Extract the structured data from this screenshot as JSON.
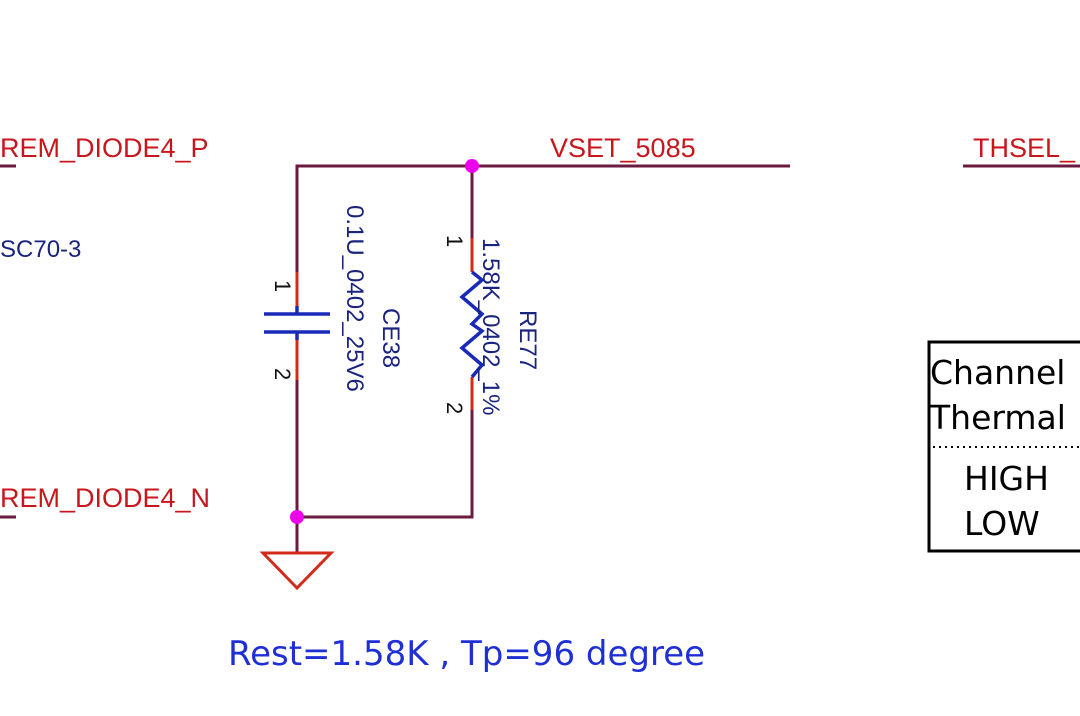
{
  "nets": {
    "rem_diode_p": "REM_DIODE4_P",
    "rem_diode_n": "REM_DIODE4_N",
    "vset": "VSET_5085",
    "thsel": "THSEL_"
  },
  "package_label": "SC70-3",
  "capacitor": {
    "ref": "CE38",
    "value": "0.1U_0402_25V6",
    "pin1": "1",
    "pin2": "2"
  },
  "resistor": {
    "ref": "RE77",
    "value": "1.58K_0402_1%",
    "pin1": "1",
    "pin2": "2"
  },
  "table": {
    "line1": "Channel",
    "line2": "Thermal",
    "row1": "HIGH",
    "row2": "LOW"
  },
  "note": "Rest=1.58K , Tp=96 degree",
  "colors": {
    "wire": "#6a1b3f",
    "net_label": "#c8161d",
    "junction": "#ee00ee",
    "component": "#1a2ab8",
    "note": "#1f2fd6"
  }
}
